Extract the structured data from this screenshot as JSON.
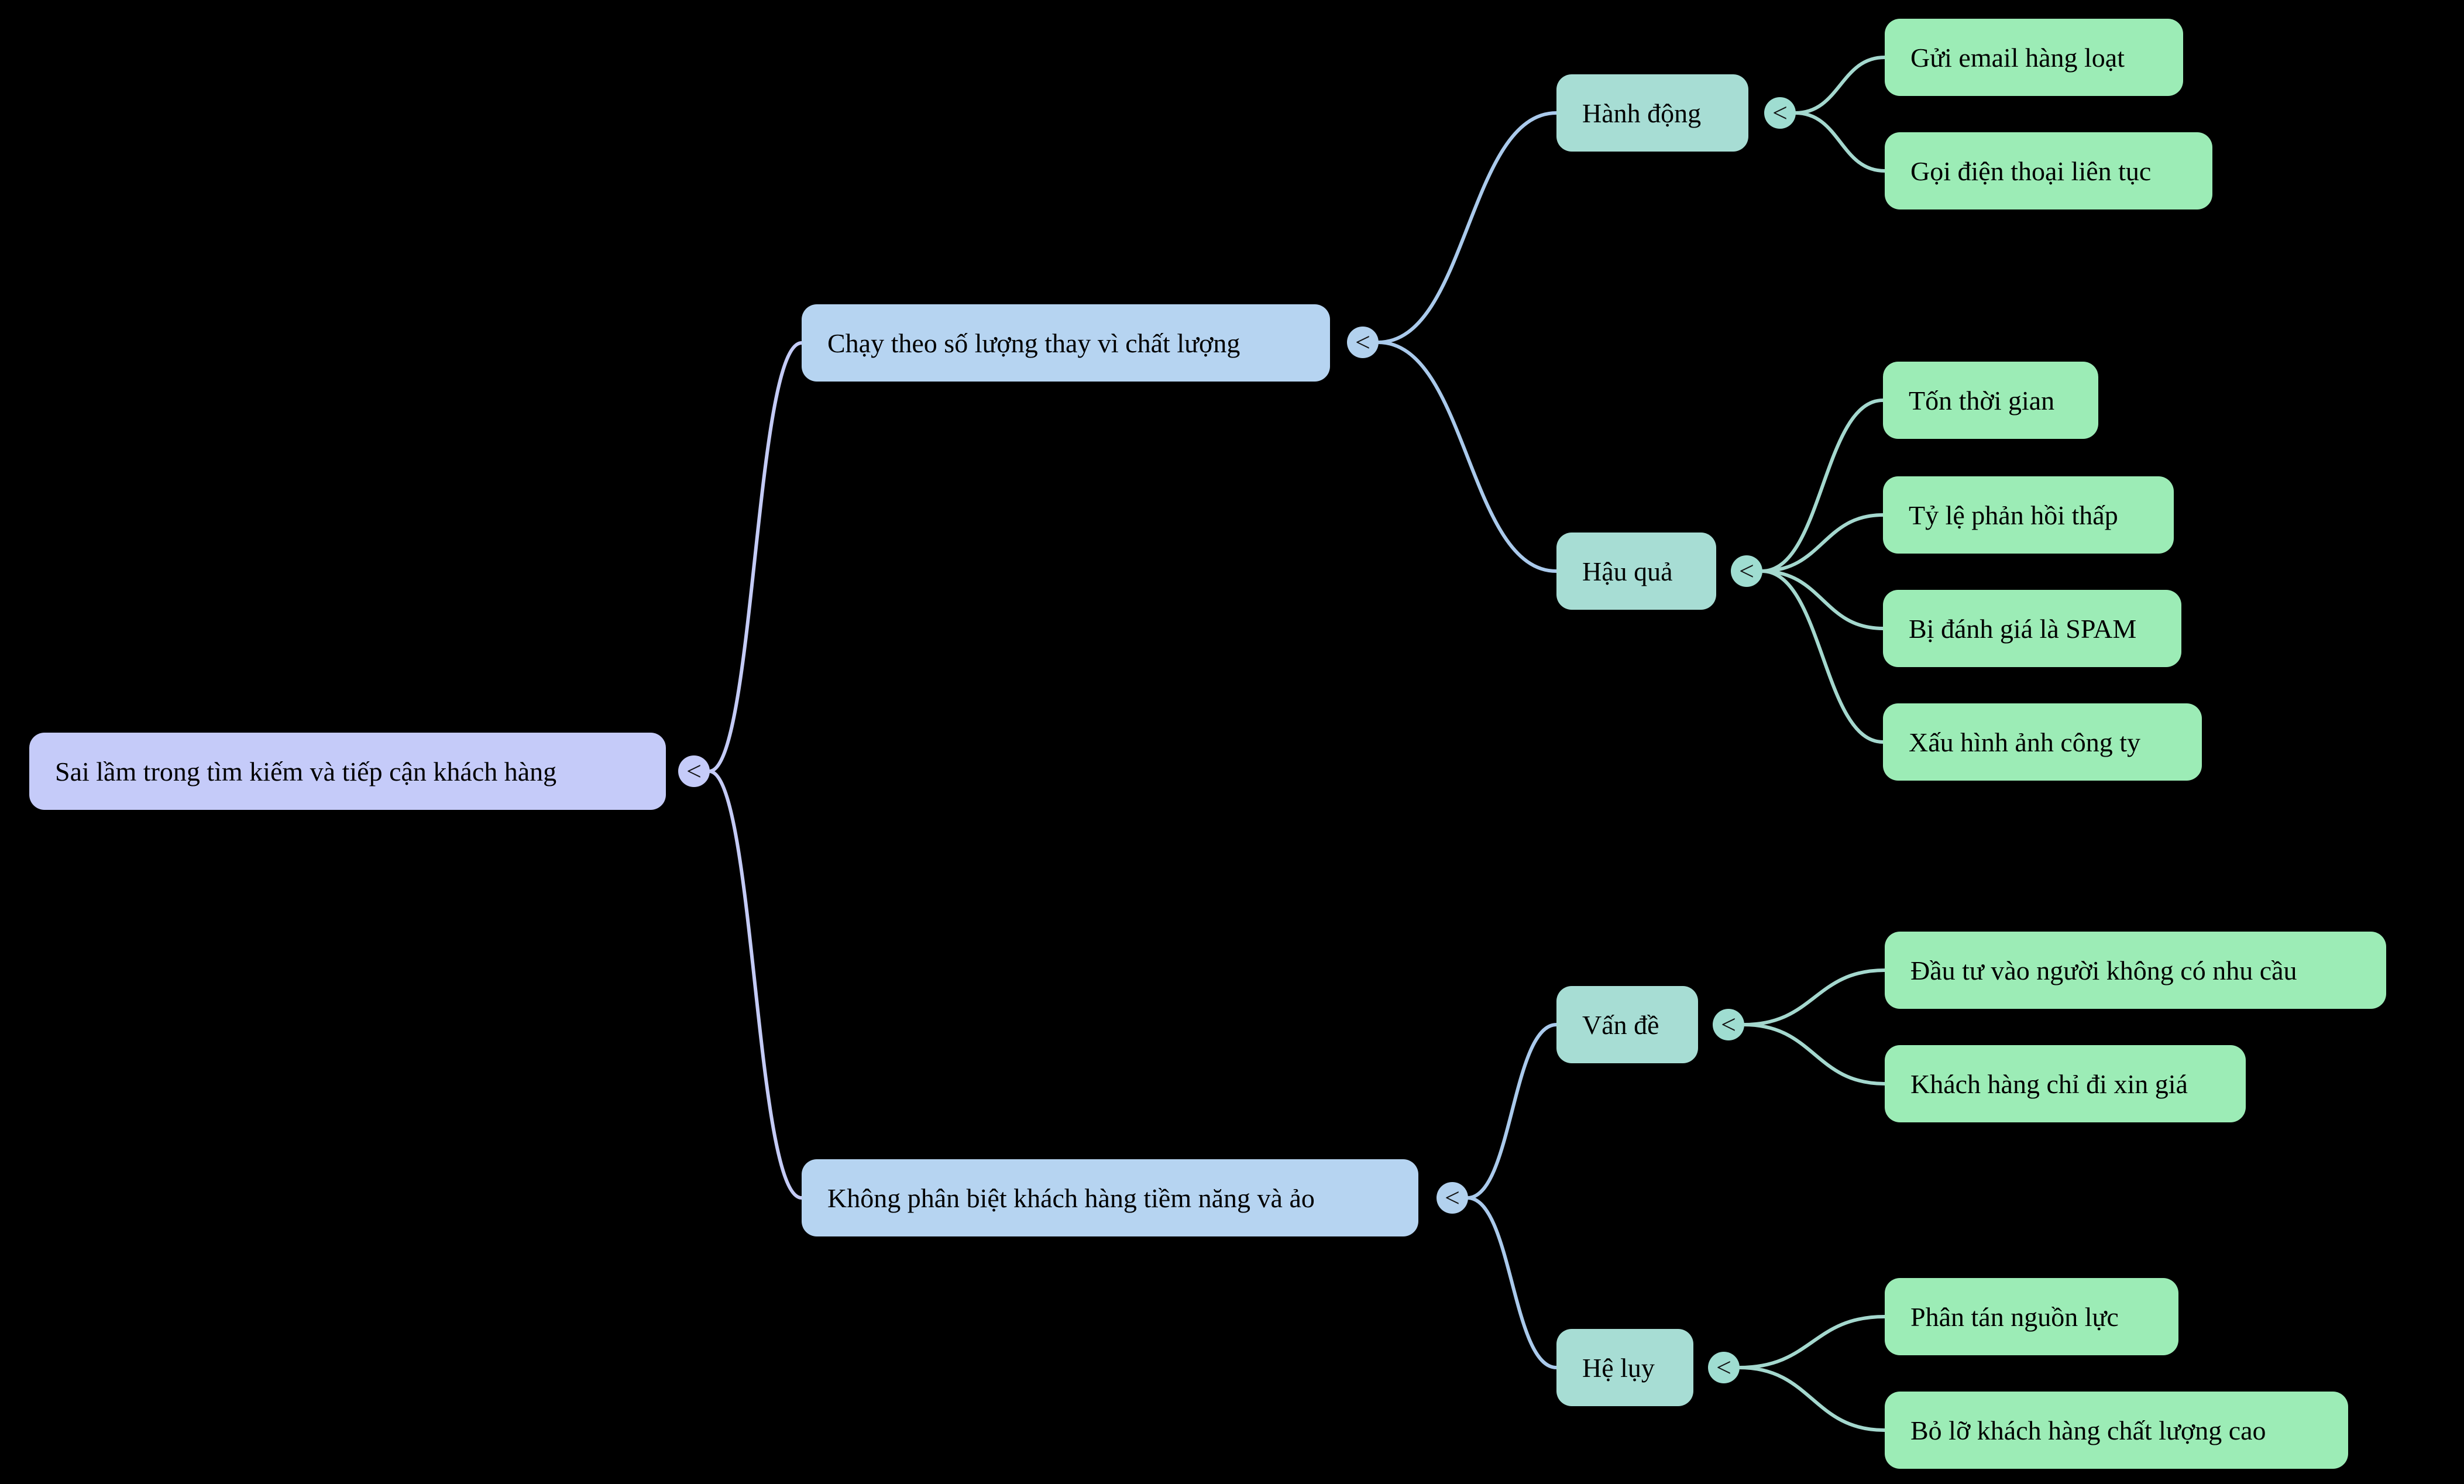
{
  "ui": {
    "collapse_glyph": "<"
  },
  "colors": {
    "background": "#000000",
    "root_node": "#c5cbf9",
    "branch_node": "#b6d4f1",
    "category_node": "#a7ddd4",
    "leaf_node": "#9cecb6",
    "root_link": "#c4cbf6",
    "branch_link": "#aacaec",
    "category_link": "#a4d8ce",
    "text": "#000000"
  },
  "mindmap": {
    "root": {
      "label": "Sai lầm trong tìm kiếm và tiếp cận khách hàng"
    },
    "branches": [
      {
        "label": "Chạy theo số lượng thay vì chất lượng",
        "children": [
          {
            "label": "Hành động",
            "leaves": [
              "Gửi email hàng loạt",
              "Gọi điện thoại liên tục"
            ]
          },
          {
            "label": "Hậu quả",
            "leaves": [
              "Tốn thời gian",
              "Tỷ lệ phản hồi thấp",
              "Bị đánh giá là SPAM",
              "Xấu hình ảnh công ty"
            ]
          }
        ]
      },
      {
        "label": "Không phân biệt khách hàng tiềm năng và ảo",
        "children": [
          {
            "label": "Vấn đề",
            "leaves": [
              "Đầu tư vào người không có nhu cầu",
              "Khách hàng chỉ đi xin giá"
            ]
          },
          {
            "label": "Hệ lụy",
            "leaves": [
              "Phân tán nguồn lực",
              "Bỏ lỡ khách hàng chất lượng cao"
            ]
          }
        ]
      }
    ]
  }
}
